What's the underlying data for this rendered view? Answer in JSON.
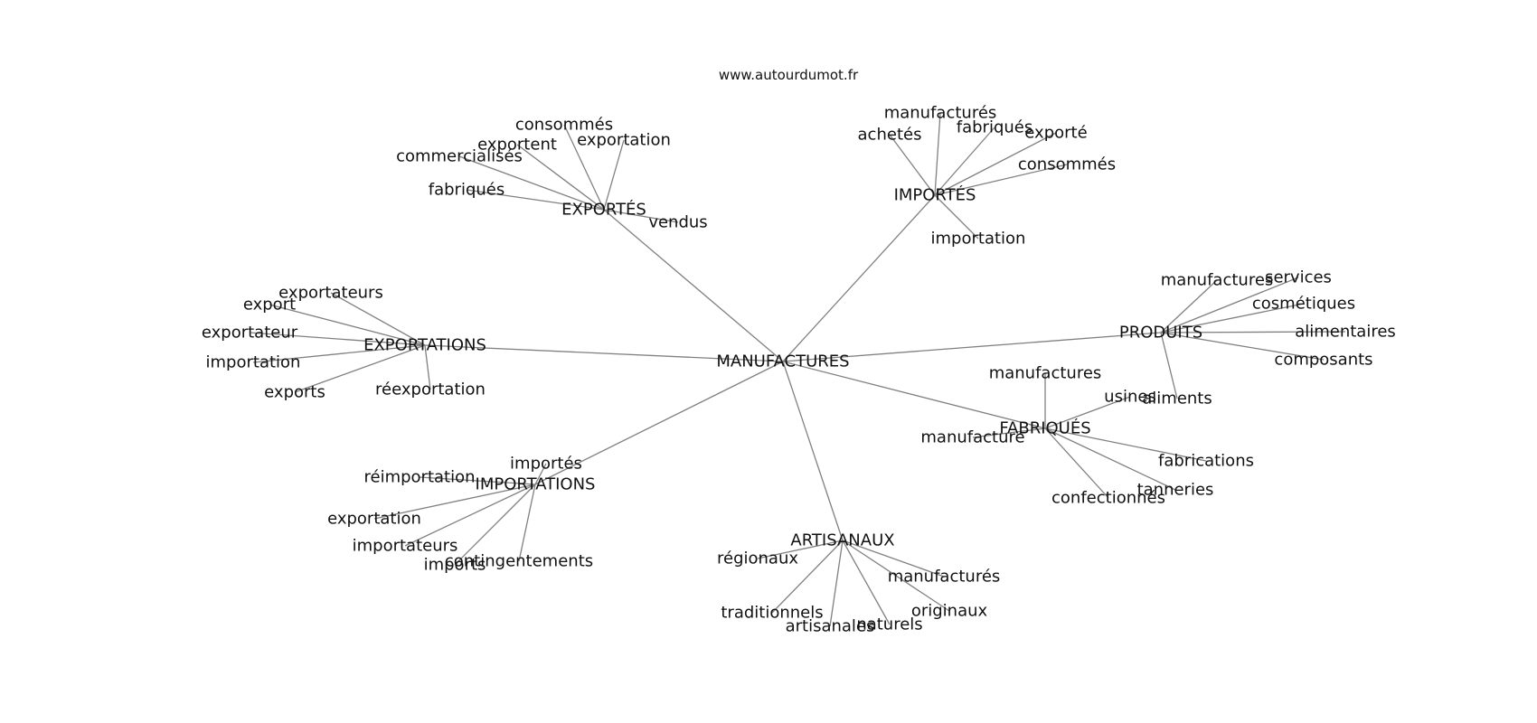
{
  "source": "www.autourdumot.fr",
  "center": "MANUFACTURES",
  "clusters": [
    {
      "label": "EXPORTÉS",
      "words": [
        "consommés",
        "exportation",
        "exportent",
        "commercialisés",
        "fabriqués",
        "vendus"
      ]
    },
    {
      "label": "IMPORTÉS",
      "words": [
        "manufacturés",
        "achetés",
        "fabriqués",
        "exporté",
        "consommés",
        "importation"
      ]
    },
    {
      "label": "EXPORTATIONS",
      "words": [
        "exportateurs",
        "export",
        "exportateur",
        "importation",
        "exports",
        "réexportation"
      ]
    },
    {
      "label": "PRODUITS",
      "words": [
        "manufactures",
        "services",
        "cosmétiques",
        "alimentaires",
        "composants",
        "aliments"
      ]
    },
    {
      "label": "FABRIQUÉS",
      "words": [
        "manufactures",
        "usines",
        "manufacture",
        "fabrications",
        "tanneries",
        "confectionnés"
      ]
    },
    {
      "label": "IMPORTATIONS",
      "words": [
        "importés",
        "réimportation",
        "exportation",
        "importateurs",
        "imports",
        "contingentements"
      ]
    },
    {
      "label": "ARTISANAUX",
      "words": [
        "régionaux",
        "manufacturés",
        "traditionnels",
        "originaux",
        "naturels",
        "artisanales"
      ]
    }
  ]
}
